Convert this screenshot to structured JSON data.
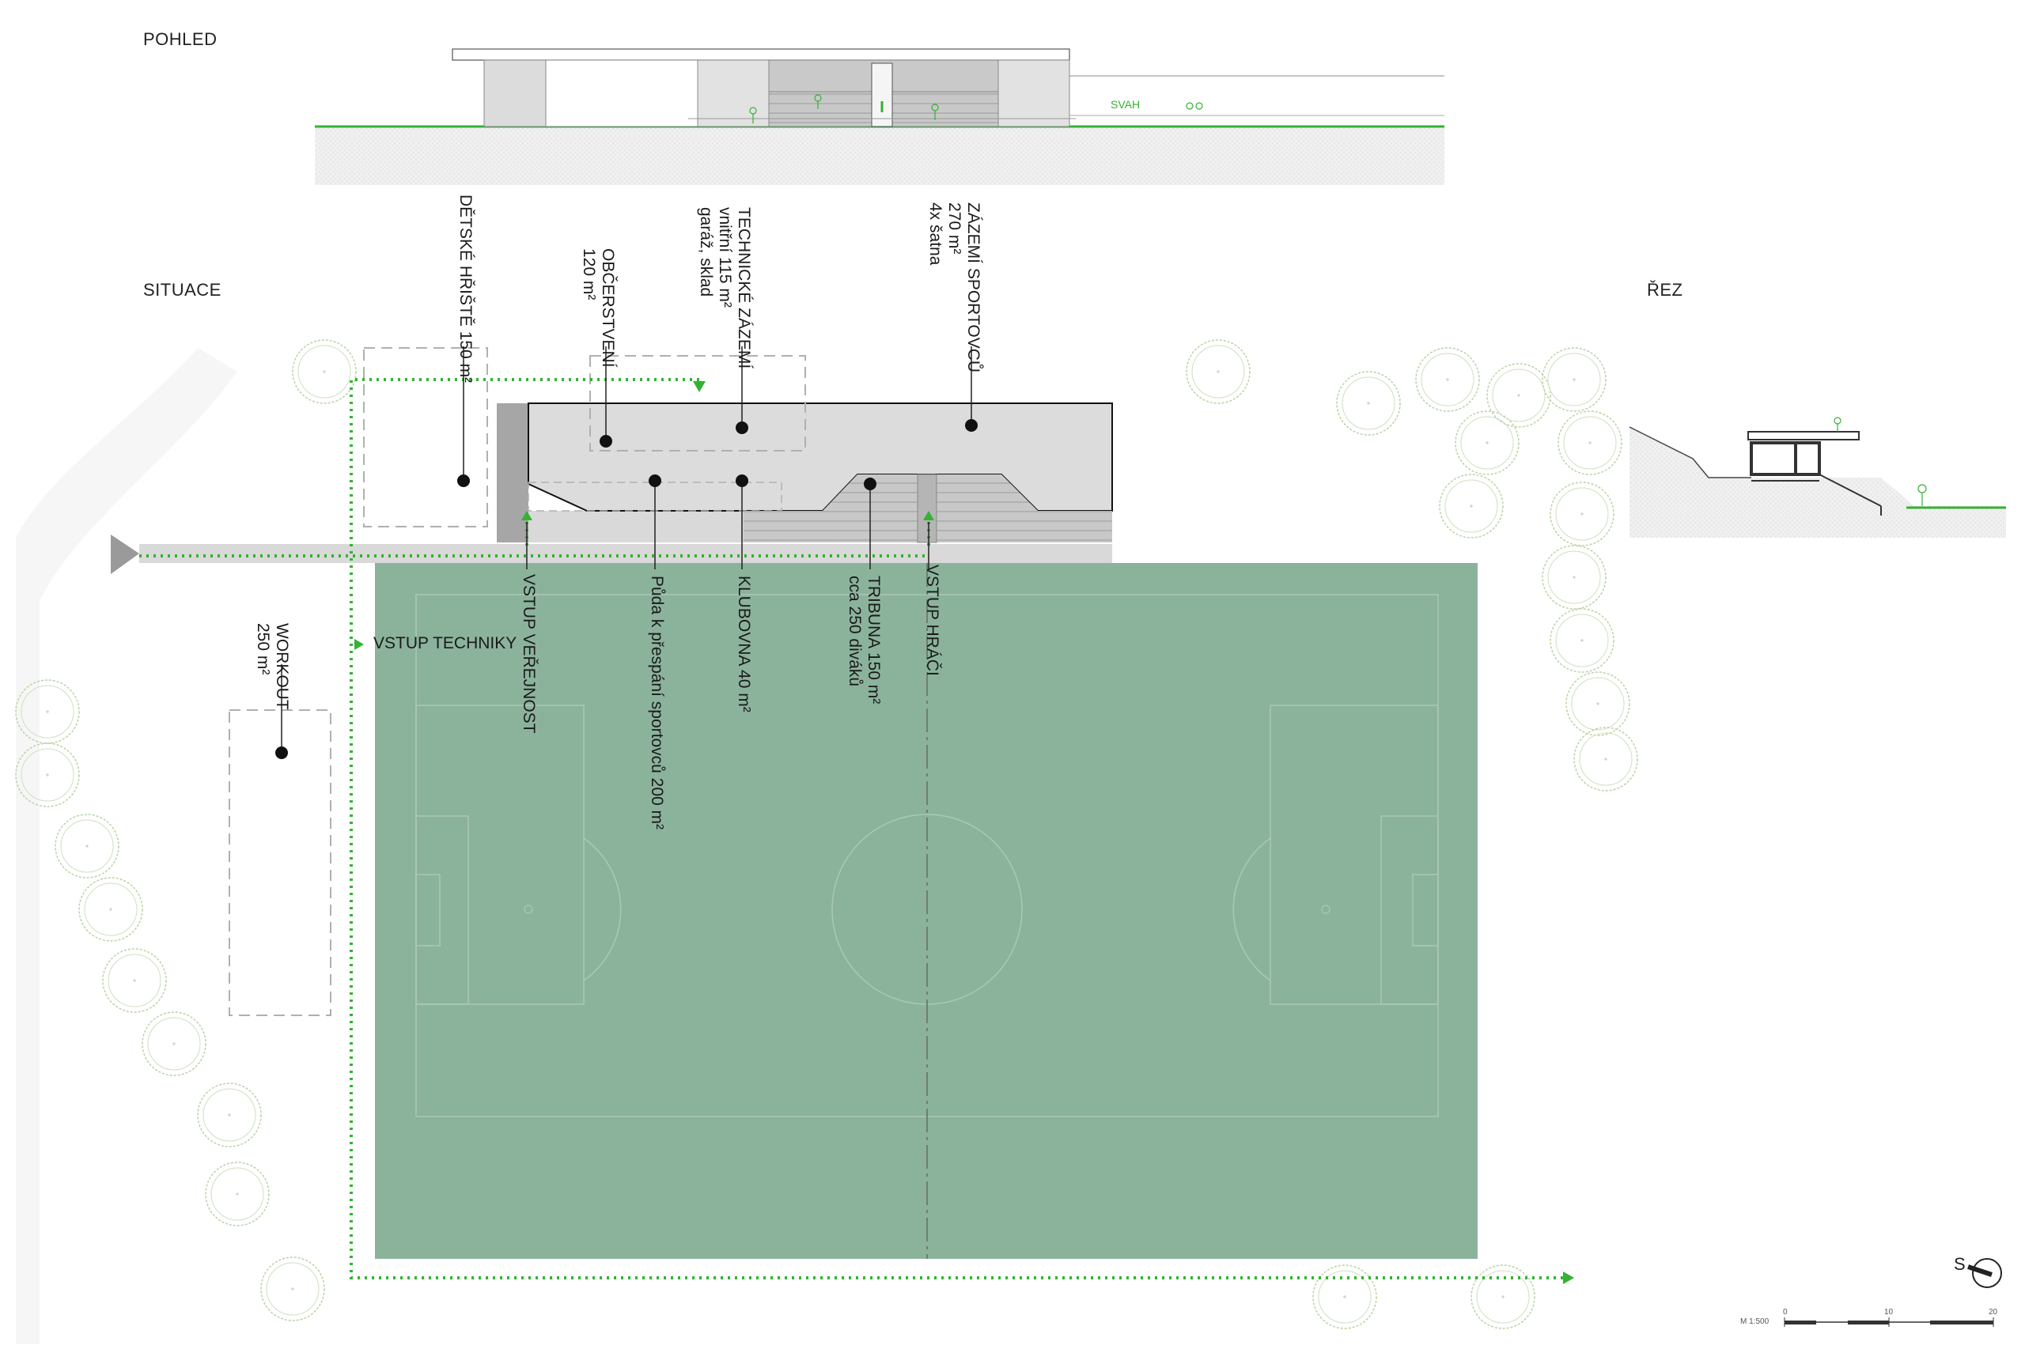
{
  "sections": {
    "view_title": "POHLED",
    "site_title": "SITUACE",
    "section_title": "ŘEZ"
  },
  "view_labels": {
    "slope": "SVAH"
  },
  "areas": [
    {
      "id": "playground",
      "lines": [
        "DĚTSKÉ HŘIŠTĚ 150 m²"
      ]
    },
    {
      "id": "refreshment",
      "lines": [
        "OBČERSTVENÍ",
        "120 m²"
      ]
    },
    {
      "id": "technical",
      "lines": [
        "TECHNICKÉ ZÁZEMÍ",
        "vnitřní 115 m²",
        "garáž, sklad"
      ]
    },
    {
      "id": "athletes",
      "lines": [
        "ZÁZEMÍ SPORTOVCŮ",
        "270 m²",
        "4x šatna"
      ]
    },
    {
      "id": "workout",
      "lines": [
        "WORKOUT",
        "250 m²"
      ]
    },
    {
      "id": "loft",
      "lines": [
        "Půda k přespání sportovců 200 m²"
      ]
    },
    {
      "id": "clubroom",
      "lines": [
        "KLUBOVNA 40 m²"
      ]
    },
    {
      "id": "stand",
      "lines": [
        "TRIBUNA 150 m²",
        "cca 250 diváků"
      ]
    }
  ],
  "entrances": {
    "public": "VSTUP VEŘEJNOST",
    "players": "VSTUP HRÁČI",
    "technical": "VSTUP TECHNIKY"
  },
  "scale": {
    "ratio": "M 1:500",
    "ticks": [
      "0",
      "10",
      "20"
    ],
    "north_letter": "S"
  },
  "colors": {
    "pitch": "#8bb39c",
    "pitch_lines": "#a9c8b5",
    "building": "#d9d9d9",
    "building_dark": "#a6a6a6",
    "path_green": "#34b233",
    "tree_green": "#b9d3a4",
    "ground": "#ebebeb"
  }
}
